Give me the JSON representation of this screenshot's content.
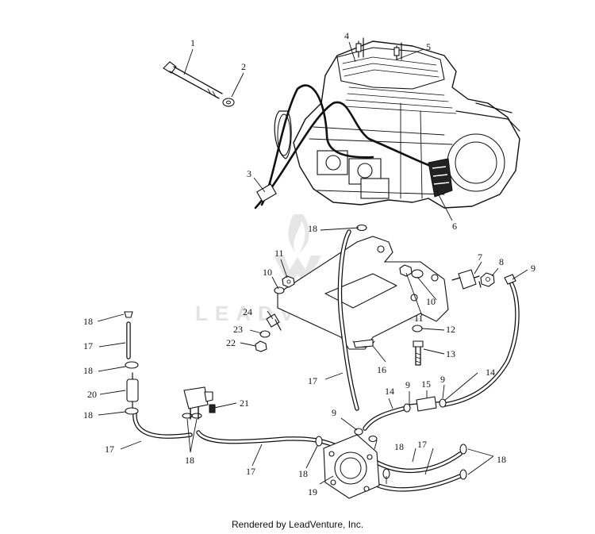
{
  "watermark": {
    "text": "LEADVENTURE"
  },
  "footer": {
    "text": "Rendered by LeadVenture, Inc."
  },
  "callouts": [
    {
      "id": "c1",
      "label": "1"
    },
    {
      "id": "c2",
      "label": "2"
    },
    {
      "id": "c3",
      "label": "3"
    },
    {
      "id": "c4",
      "label": "4"
    },
    {
      "id": "c5",
      "label": "5"
    },
    {
      "id": "c6",
      "label": "6"
    },
    {
      "id": "c7",
      "label": "7"
    },
    {
      "id": "c8",
      "label": "8"
    },
    {
      "id": "c9a",
      "label": "9"
    },
    {
      "id": "c9b",
      "label": "9"
    },
    {
      "id": "c9c",
      "label": "9"
    },
    {
      "id": "c9d",
      "label": "9"
    },
    {
      "id": "c10a",
      "label": "10"
    },
    {
      "id": "c10b",
      "label": "10"
    },
    {
      "id": "c11a",
      "label": "11"
    },
    {
      "id": "c11b",
      "label": "11"
    },
    {
      "id": "c12",
      "label": "12"
    },
    {
      "id": "c13",
      "label": "13"
    },
    {
      "id": "c14a",
      "label": "14"
    },
    {
      "id": "c14b",
      "label": "14"
    },
    {
      "id": "c15",
      "label": "15"
    },
    {
      "id": "c16",
      "label": "16"
    },
    {
      "id": "c17a",
      "label": "17"
    },
    {
      "id": "c17b",
      "label": "17"
    },
    {
      "id": "c17c",
      "label": "17"
    },
    {
      "id": "c17d",
      "label": "17"
    },
    {
      "id": "c17e",
      "label": "17"
    },
    {
      "id": "c18a",
      "label": "18"
    },
    {
      "id": "c18b",
      "label": "18"
    },
    {
      "id": "c18c",
      "label": "18"
    },
    {
      "id": "c18d",
      "label": "18"
    },
    {
      "id": "c18e",
      "label": "18"
    },
    {
      "id": "c18f",
      "label": "18"
    },
    {
      "id": "c18g",
      "label": "18"
    },
    {
      "id": "c18h",
      "label": "18"
    },
    {
      "id": "c19",
      "label": "19"
    },
    {
      "id": "c20",
      "label": "20"
    },
    {
      "id": "c21",
      "label": "21"
    },
    {
      "id": "c22",
      "label": "22"
    },
    {
      "id": "c23",
      "label": "23"
    },
    {
      "id": "c24",
      "label": "24"
    }
  ]
}
